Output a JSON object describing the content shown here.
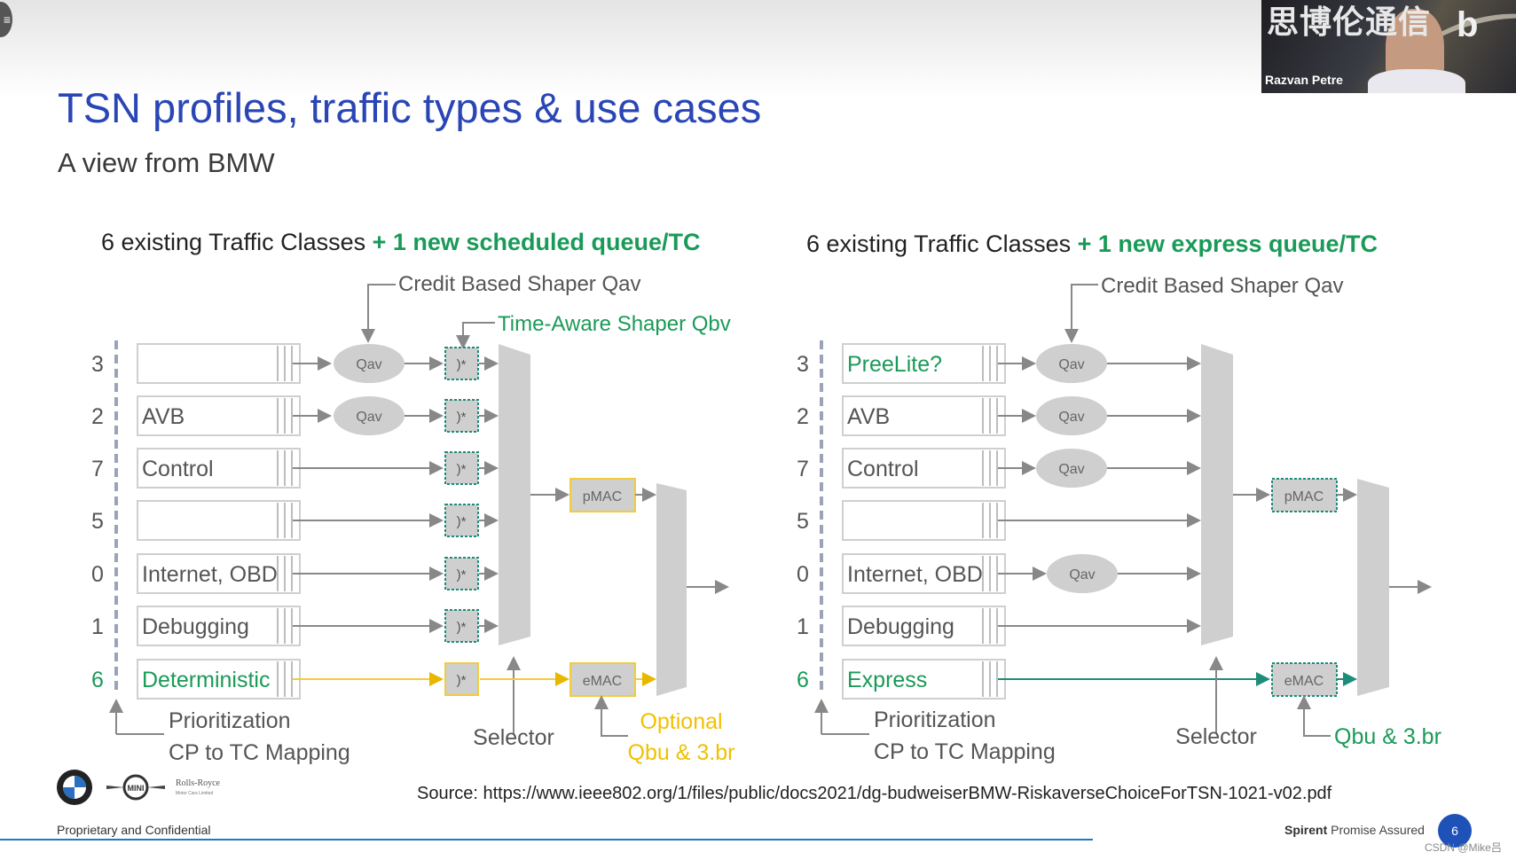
{
  "slide": {
    "title": "TSN profiles, traffic types & use cases",
    "subtitle": "A view from BMW",
    "source": "Source: https://www.ieee802.org/1/files/public/docs2021/dg-budweiserBMW-RiskaverseChoiceForTSN-1021-v02.pdf",
    "footer_left": "Proprietary and Confidential",
    "footer_brand": "Spirent",
    "footer_tagline": "Promise Assured",
    "page_number": "6",
    "watermark": "CSDN @Mike吕"
  },
  "webcam": {
    "presenter": "Razvan Petre",
    "overlay_text": "思博伦通信"
  },
  "logos": {
    "rolls_royce_line1": "Rolls-Royce",
    "rolls_royce_line2": "Motor Cars Limited",
    "mini": "MINI"
  },
  "colors": {
    "title_blue": "#2a46b6",
    "green": "#1a9a58",
    "yellow": "#f2cc3a",
    "teal": "#1d8c78",
    "gray_shape": "#cfcfcf"
  },
  "left_panel": {
    "heading_a": "6 existing Traffic Classes ",
    "heading_b": "+ 1 new scheduled queue/TC",
    "cbs_label": "Credit Based Shaper Qav",
    "tas_label": "Time-Aware Shaper Qbv",
    "qav": "Qav",
    "gate": ")*",
    "pmac": "pMAC",
    "emac": "eMAC",
    "selector": "Selector",
    "prio_line1": "Prioritization",
    "prio_line2": "CP to TC Mapping",
    "optional_line1": "Optional",
    "optional_line2": "Qbu & 3.br",
    "rows": [
      {
        "tc": "3",
        "label": ""
      },
      {
        "tc": "2",
        "label": "AVB"
      },
      {
        "tc": "7",
        "label": "Control"
      },
      {
        "tc": "5",
        "label": ""
      },
      {
        "tc": "0",
        "label": "Internet, OBD"
      },
      {
        "tc": "1",
        "label": "Debugging"
      },
      {
        "tc": "6",
        "label": "Deterministic"
      }
    ]
  },
  "right_panel": {
    "heading_a": "6 existing Traffic Classes ",
    "heading_b": "+ 1 new express queue/TC",
    "cbs_label": "Credit Based Shaper Qav",
    "qav": "Qav",
    "pmac": "pMAC",
    "emac": "eMAC",
    "selector": "Selector",
    "prio_line1": "Prioritization",
    "prio_line2": "CP to TC Mapping",
    "qbu_label": "Qbu & 3.br",
    "rows": [
      {
        "tc": "3",
        "label": "PreeLite?"
      },
      {
        "tc": "2",
        "label": "AVB"
      },
      {
        "tc": "7",
        "label": "Control"
      },
      {
        "tc": "5",
        "label": ""
      },
      {
        "tc": "0",
        "label": "Internet, OBD"
      },
      {
        "tc": "1",
        "label": "Debugging"
      },
      {
        "tc": "6",
        "label": "Express"
      }
    ]
  }
}
